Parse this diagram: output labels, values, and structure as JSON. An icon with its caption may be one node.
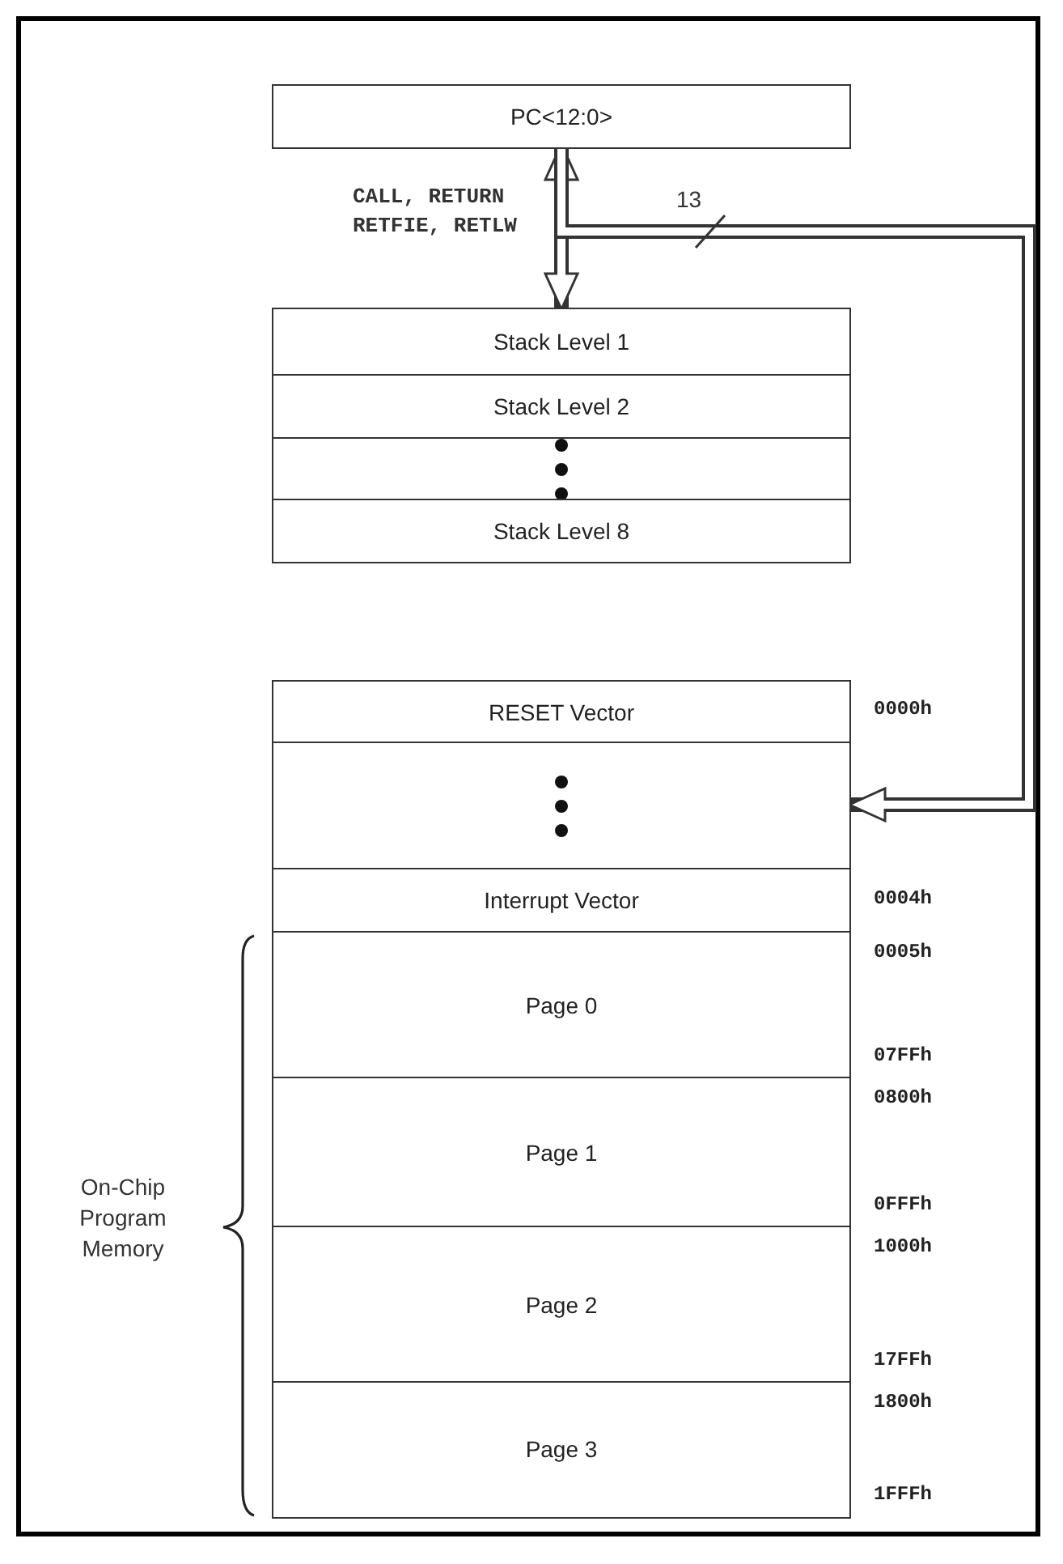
{
  "diagram": {
    "nodes": [
      {
        "text": [
          "PC<12:0>"
        ]
      },
      {
        "text": [
          "Stack Level 1"
        ]
      },
      {
        "text": [
          "Stack Level 2"
        ]
      },
      {
        "text": [],
        "shape": "box"
      },
      {
        "text": [
          "Stack Level 8"
        ]
      },
      {
        "text": [
          "RESET Vector"
        ],
        "beside": [
          "0000h"
        ]
      },
      {
        "text": [],
        "shape": "box"
      },
      {
        "text": [
          "Interrupt Vector"
        ],
        "beside": [
          "0004h"
        ]
      },
      {
        "text": [
          "Page 0"
        ],
        "beside": [
          "0005h",
          "07FFh"
        ]
      },
      {
        "text": [
          "Page 1"
        ],
        "beside": [
          "0800h",
          "0FFFh"
        ]
      },
      {
        "text": [
          "Page 2"
        ],
        "beside": [
          "1000h",
          "17FFh"
        ]
      },
      {
        "text": [
          "Page 3"
        ],
        "beside": [
          "1800h",
          "1FFFh"
        ]
      }
    ],
    "edges": [
      {
        "from": 0,
        "to": 1,
        "arrow": "both",
        "label": "CALL, RETURN RETFIE, RETLW"
      },
      {
        "from": 0,
        "to": 6,
        "arrow": "to",
        "label": "13"
      }
    ],
    "labels": [
      "On-Chip Program Memory"
    ]
  }
}
